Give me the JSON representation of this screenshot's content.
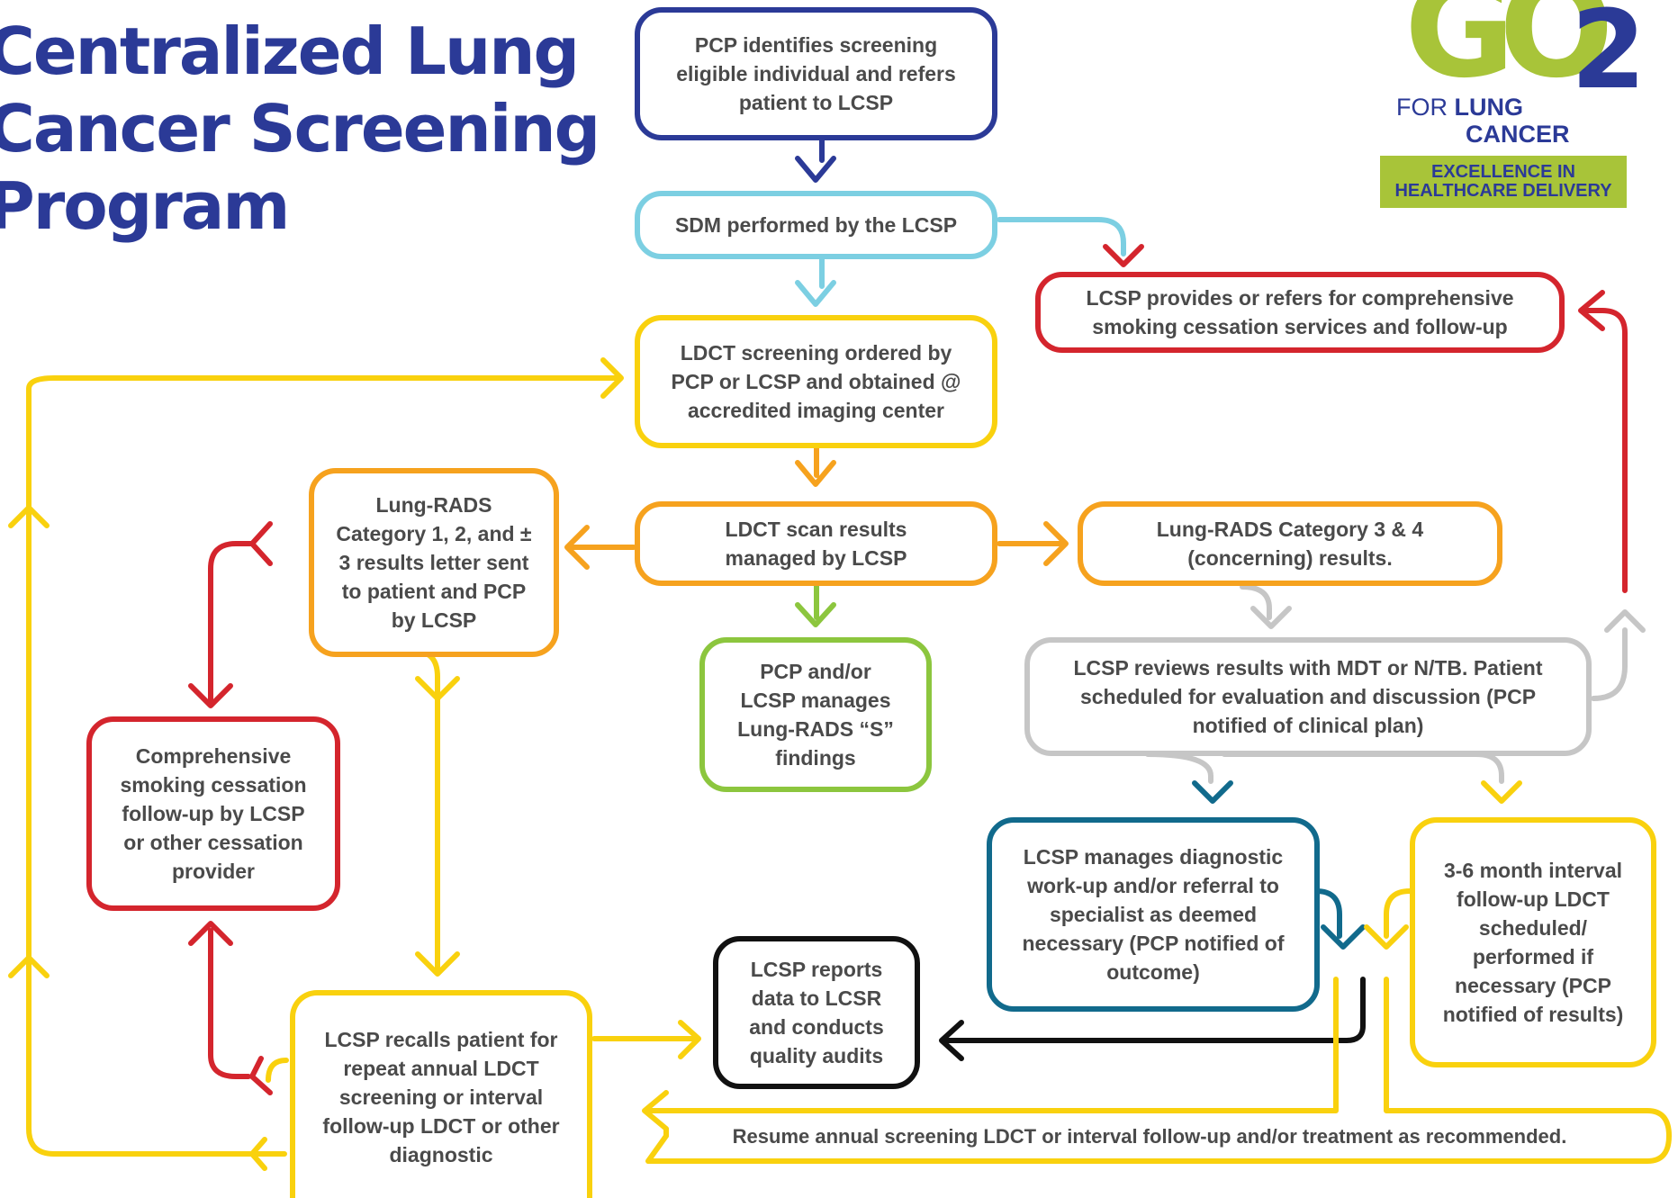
{
  "title": {
    "line1": "Centralized Lung",
    "line2": "Cancer Screening",
    "line3": "Program"
  },
  "logo": {
    "mark": "GO",
    "mark_sub": "2",
    "for_text": "FOR",
    "lung_text": "LUNG",
    "cancer_text": "CANCER",
    "band_line1": "EXCELLENCE IN",
    "band_line2": "HEALTHCARE DELIVERY"
  },
  "nodes": {
    "pcp_identifies": "PCP identifies screening eligible individual and refers patient to LCSP",
    "sdm": "SDM performed by the LCSP",
    "smoking_services": "LCSP provides or refers for comprehensive smoking cessation services and follow-up",
    "ldct_ordered": "LDCT screening ordered by PCP or LCSP and obtained @ accredited imaging center",
    "lungrads_12": "Lung-RADS Category 1, 2, and ± 3 results letter sent to patient and PCP by LCSP",
    "ldct_results": "LDCT scan results managed by LCSP",
    "lungrads_34": "Lung-RADS Category 3 & 4 (concerning) results.",
    "pcp_s_findings": "PCP and/or LCSP manages Lung-RADS “S” findings",
    "lcsp_reviews": "LCSP reviews results with MDT or N/TB. Patient scheduled for evaluation and discussion (PCP notified of clinical plan)",
    "comprehensive_followup": "Comprehensive smoking cessation follow-up by LCSP or other cessation provider",
    "diagnostic_workup": "LCSP manages diagnostic work-up and/or referral to specialist as deemed necessary (PCP notified of outcome)",
    "interval_followup": "3-6 month interval follow-up LDCT scheduled/ performed if necessary (PCP notified of results)",
    "reports_data": "LCSP reports data to LCSR and conducts quality audits",
    "recalls_patient": "LCSP recalls patient for repeat annual LDCT screening or interval follow-up LDCT or other diagnostic",
    "resume_annual": "Resume annual screening LDCT or interval follow-up and/or treatment as recommended."
  },
  "colors": {
    "navy": "#2b3a97",
    "sky": "#7ccfe2",
    "yellow": "#f9d10e",
    "orange": "#f6a21e",
    "green": "#8cc63e",
    "red": "#d4252d",
    "gray": "#c6c6c6",
    "teal": "#116a8c",
    "black": "#111111",
    "lime": "#a8c439"
  }
}
